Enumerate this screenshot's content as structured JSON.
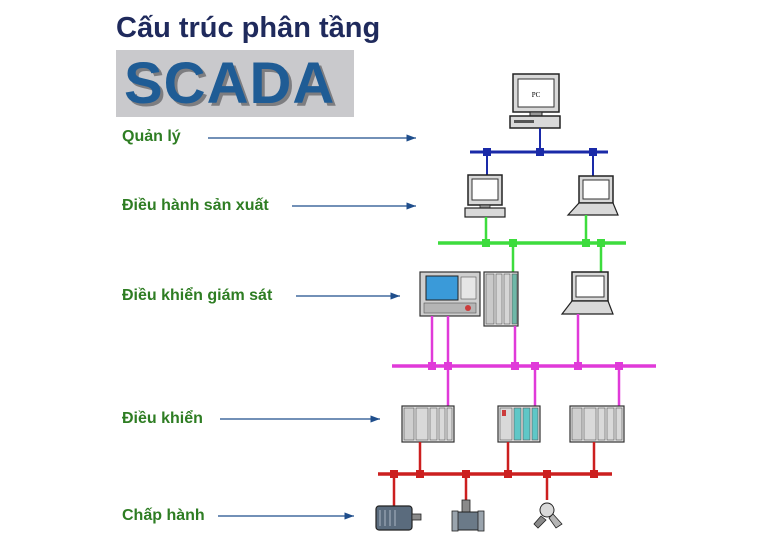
{
  "title": "Cấu trúc phân tầng",
  "logo_text": "SCADA",
  "levels": [
    {
      "label": "Quản lý"
    },
    {
      "label": "Điều hành sản xuất"
    },
    {
      "label": "Điều khiển giám sát"
    },
    {
      "label": "Điều khiển"
    },
    {
      "label": "Chấp hành"
    }
  ],
  "pc_label": "PC",
  "colors": {
    "management_bus": "#1a2aa8",
    "production_bus": "#3ddc3d",
    "supervisory_bus": "#e03ad9",
    "control_bus": "#cc1f1f",
    "label_text": "#2e7d23",
    "title_text": "#1f2a5c",
    "logo_text": "#1f5c95"
  },
  "icons": [
    "pc-workstation-icon",
    "desktop-computer-icon",
    "laptop-icon",
    "operator-panel-icon",
    "plc-rack-icon",
    "motor-icon",
    "valve-icon",
    "sensor-icon"
  ]
}
